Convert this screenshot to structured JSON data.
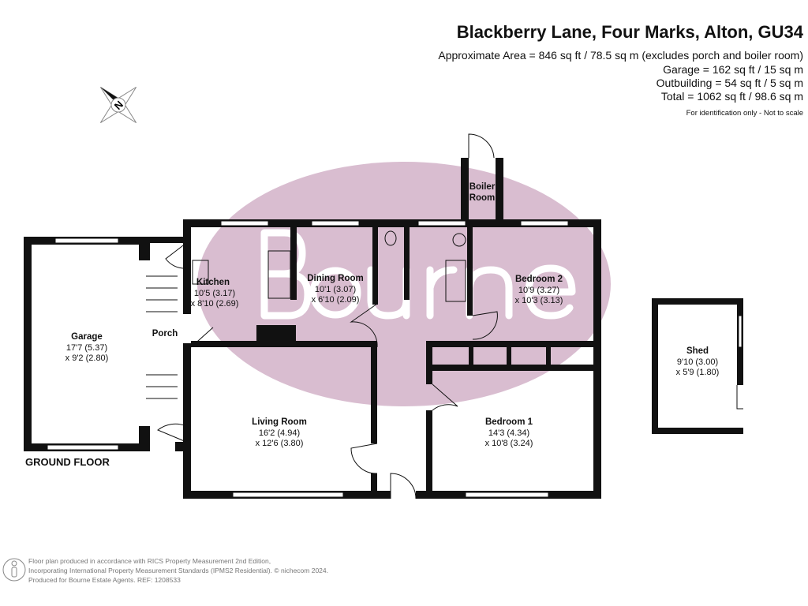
{
  "header": {
    "title": "Blackberry Lane, Four Marks, Alton, GU34",
    "areas": [
      "Approximate Area = 846 sq ft / 78.5 sq m (excludes porch and boiler room)",
      "Garage = 162 sq ft / 15 sq m",
      "Outbuilding = 54 sq ft / 5 sq m",
      "Total = 1062 sq ft / 98.6 sq m"
    ],
    "note": "For identification only - Not to scale"
  },
  "compass": {
    "label": "N"
  },
  "watermark": {
    "text": "Bourne",
    "color": "#d9bdd0"
  },
  "floor_label": "GROUND FLOOR",
  "rooms": {
    "kitchen": {
      "name": "Kitchen",
      "dim1": "10'5 (3.17)",
      "dim2": "x 8'10 (2.69)"
    },
    "dining": {
      "name": "Dining Room",
      "dim1": "10'1 (3.07)",
      "dim2": "x 6'10 (2.09)"
    },
    "bedroom2": {
      "name": "Bedroom 2",
      "dim1": "10'9 (3.27)",
      "dim2": "x 10'3 (3.13)"
    },
    "garage": {
      "name": "Garage",
      "dim1": "17'7 (5.37)",
      "dim2": "x 9'2 (2.80)"
    },
    "porch": {
      "name": "Porch"
    },
    "living": {
      "name": "Living Room",
      "dim1": "16'2 (4.94)",
      "dim2": "x 12'6 (3.80)"
    },
    "bedroom1": {
      "name": "Bedroom 1",
      "dim1": "14'3 (4.34)",
      "dim2": "x 10'8 (3.24)"
    },
    "shed": {
      "name": "Shed",
      "dim1": "9'10 (3.00)",
      "dim2": "x 5'9 (1.80)"
    },
    "boiler": {
      "name1": "Boiler",
      "name2": "Room"
    }
  },
  "footer": {
    "lines": [
      "Floor plan produced in accordance with RICS Property Measurement 2nd Edition,",
      "Incorporating International Property Measurement Standards (IPMS2 Residential).   © nichecom 2024.",
      "Produced for Bourne Estate Agents.   REF:  1208533"
    ]
  }
}
